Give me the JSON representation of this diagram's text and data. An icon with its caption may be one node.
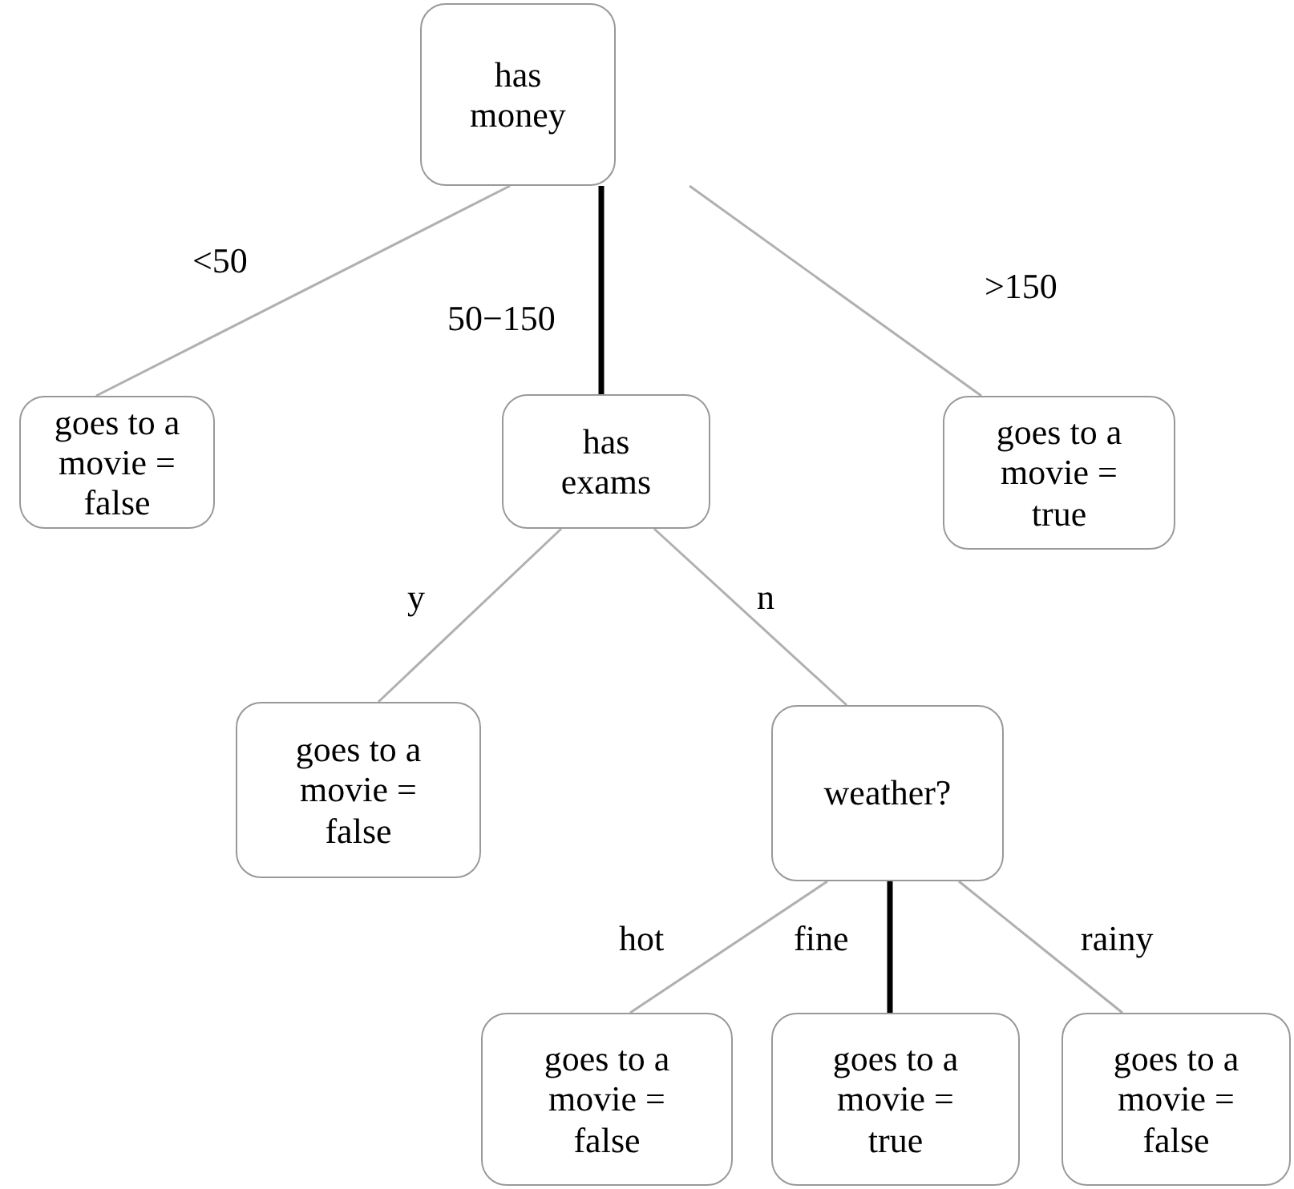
{
  "diagram": {
    "nodes": [
      {
        "text": [
          "has money"
        ]
      },
      {
        "text": [
          "goes to a movie = false"
        ]
      },
      {
        "text": [
          "has exams"
        ]
      },
      {
        "text": [
          "goes to a movie = true"
        ]
      },
      {
        "text": [
          "goes to a movie = false"
        ]
      },
      {
        "text": [
          "weather?"
        ]
      },
      {
        "text": [
          "goes to a movie = false"
        ]
      },
      {
        "text": [
          "goes to a movie = true"
        ]
      },
      {
        "text": [
          "goes to a movie = false"
        ]
      }
    ],
    "edges": [
      {
        "from": 0,
        "to": 1,
        "arrow": "none",
        "label": "<50"
      },
      {
        "from": 0,
        "to": 2,
        "arrow": "none",
        "label": "50−150",
        "style": "thick",
        "color": "#000000"
      },
      {
        "from": 0,
        "to": 3,
        "arrow": "none",
        "label": ">150"
      },
      {
        "from": 2,
        "to": 4,
        "arrow": "none",
        "label": "y"
      },
      {
        "from": 2,
        "to": 5,
        "arrow": "none",
        "label": "n"
      },
      {
        "from": 5,
        "to": 6,
        "arrow": "none",
        "label": "hot"
      },
      {
        "from": 5,
        "to": 7,
        "arrow": "none",
        "label": "fine",
        "style": "thick",
        "color": "#000000"
      },
      {
        "from": 5,
        "to": 8,
        "arrow": "none",
        "label": "rainy"
      }
    ]
  }
}
